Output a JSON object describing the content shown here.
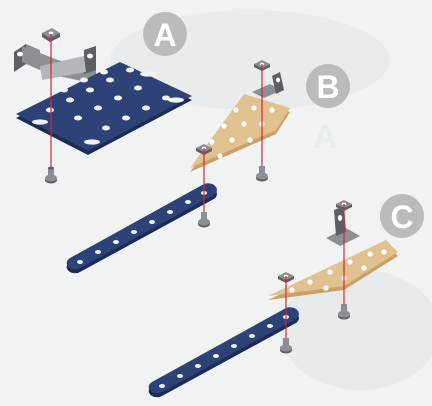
{
  "figure": {
    "steps": [
      {
        "label": "A"
      },
      {
        "label": "B"
      },
      {
        "label": "C"
      }
    ],
    "ghost_label": "A",
    "colors": {
      "background": "#f1f3f3",
      "badge_fill": "#b9bcbd",
      "blue_plate": "#2d4378",
      "blue_plate_edge": "#1c2c55",
      "tan_plate": "#e2c190",
      "tan_plate_edge": "#c7a26c",
      "metal": "#8d8f95",
      "metal_dark": "#5d5f66",
      "guide_line": "#d9262e"
    },
    "parts": [
      "double-bent-strip",
      "flat-plate",
      "flexible-triangle-plate",
      "angle-bracket",
      "perforated-strip",
      "nut",
      "bolt"
    ]
  }
}
